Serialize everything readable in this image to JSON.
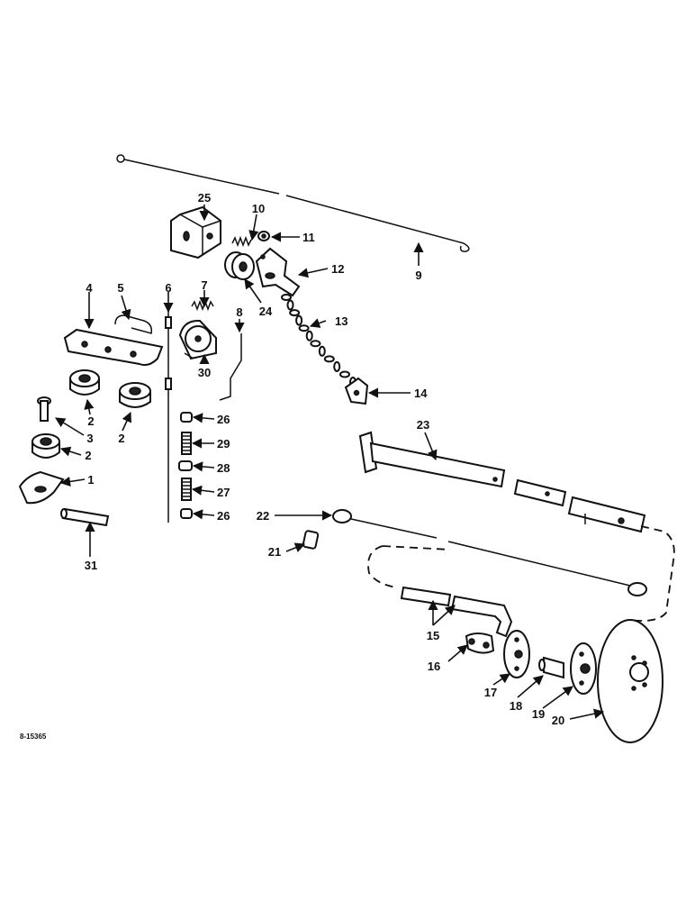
{
  "diagram": {
    "drawing_number": "8-15365",
    "callouts": {
      "c1": "1",
      "c2a": "2",
      "c2b": "2",
      "c2c": "2",
      "c3": "3",
      "c4": "4",
      "c5": "5",
      "c6": "6",
      "c7": "7",
      "c8": "8",
      "c9": "9",
      "c10": "10",
      "c11": "11",
      "c12": "12",
      "c13": "13",
      "c14": "14",
      "c15": "15",
      "c16": "16",
      "c17": "17",
      "c18": "18",
      "c19": "19",
      "c20": "20",
      "c21": "21",
      "c22": "22",
      "c23": "23",
      "c24": "24",
      "c25": "25",
      "c26a": "26",
      "c26b": "26",
      "c27": "27",
      "c28": "28",
      "c29": "29",
      "c30": "30",
      "c31": "31"
    }
  }
}
